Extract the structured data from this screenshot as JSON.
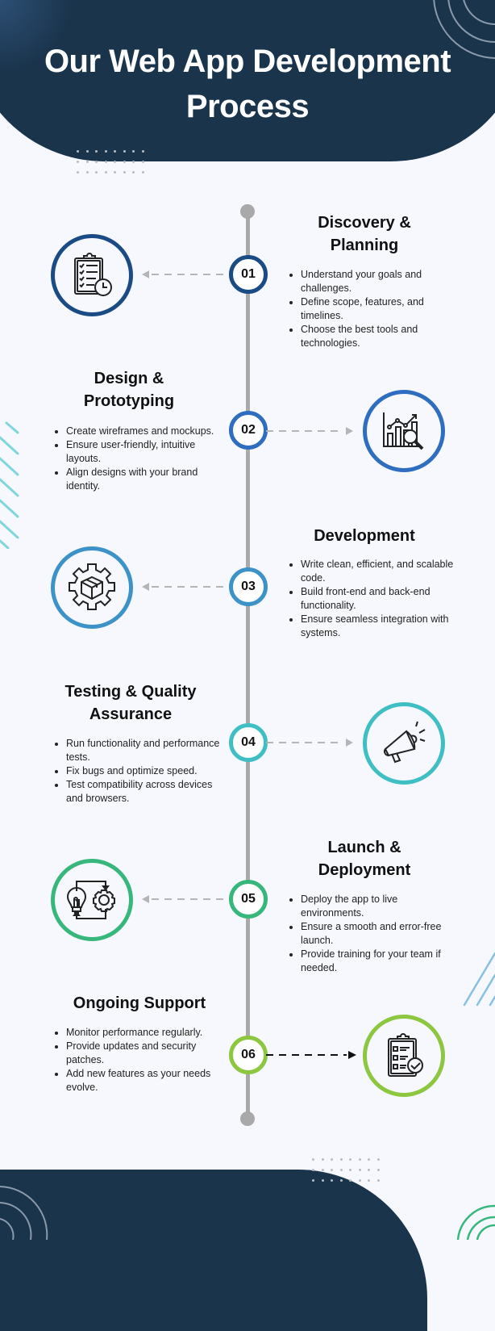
{
  "header": {
    "title_line1": "Our Web App Development",
    "title_line2": "Process"
  },
  "colors": {
    "navy": "#1a344c",
    "background": "#f6f8fd",
    "timeline": "#a9a9a9",
    "step1": "#1b4b85",
    "step2": "#2f6dc0",
    "step3": "#3d92c8",
    "step4": "#3fbfc3",
    "step5": "#38b77c",
    "step6": "#8dc63f"
  },
  "steps": [
    {
      "number": "01",
      "title_line1": "Discovery &",
      "title_line2": "Planning",
      "icon": "clipboard-clock-icon",
      "bullets": [
        "Understand your goals and challenges.",
        "Define scope, features, and timelines.",
        "Choose the best tools and technologies."
      ]
    },
    {
      "number": "02",
      "title_line1": "Design &",
      "title_line2": "Prototyping",
      "icon": "chart-magnifier-icon",
      "bullets": [
        "Create wireframes and mockups.",
        "Ensure user-friendly, intuitive layouts.",
        "Align designs with your brand identity."
      ]
    },
    {
      "number": "03",
      "title_line1": "Development",
      "title_line2": "",
      "icon": "gear-box-icon",
      "bullets": [
        "Write clean, efficient, and scalable code.",
        "Build front-end and back-end functionality.",
        "Ensure seamless integration with systems."
      ]
    },
    {
      "number": "04",
      "title_line1": "Testing & Quality",
      "title_line2": "Assurance",
      "icon": "megaphone-icon",
      "bullets": [
        "Run functionality and performance tests.",
        "Fix bugs and optimize speed.",
        "Test compatibility across devices and browsers."
      ]
    },
    {
      "number": "05",
      "title_line1": "Launch &",
      "title_line2": "Deployment",
      "icon": "lightbulb-gear-icon",
      "bullets": [
        "Deploy the app to live environments.",
        "Ensure a smooth and error-free launch.",
        "Provide training for your team if needed."
      ]
    },
    {
      "number": "06",
      "title_line1": "Ongoing Support",
      "title_line2": "",
      "icon": "clipboard-check-icon",
      "bullets": [
        "Monitor performance regularly.",
        "Provide updates and security patches.",
        "Add new features as your needs evolve."
      ]
    }
  ]
}
